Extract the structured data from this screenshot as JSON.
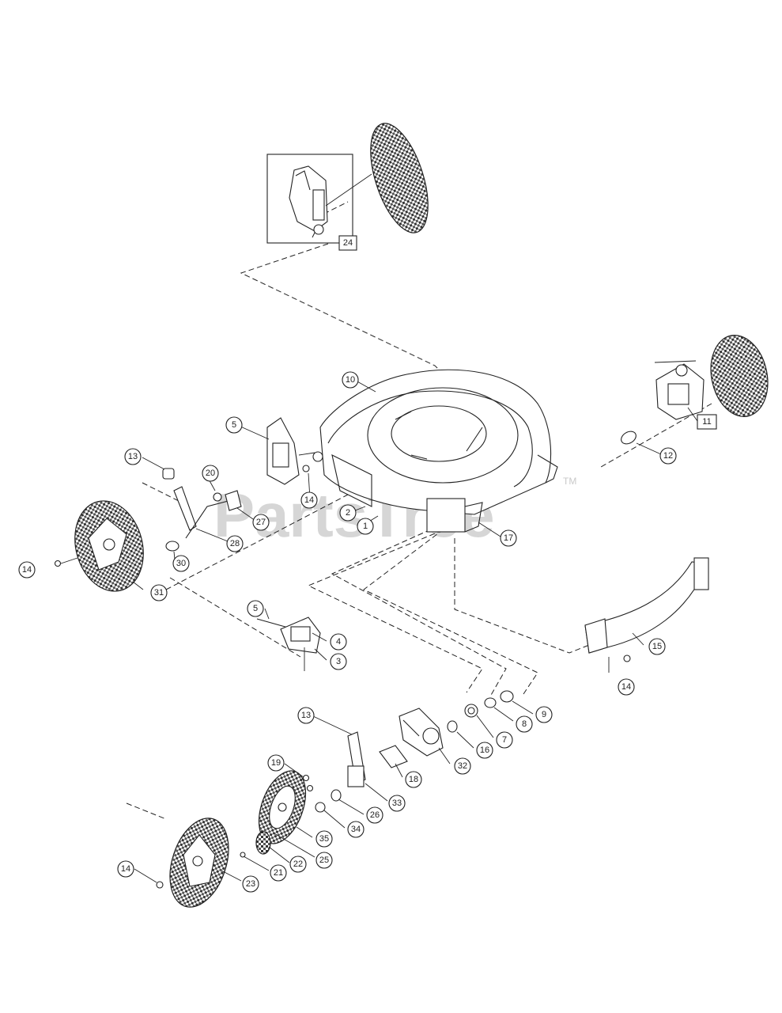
{
  "watermark": {
    "text": "PartsTree",
    "tm": "TM"
  },
  "callouts": {
    "c24": "24",
    "c10": "10",
    "c11": "11",
    "c12": "12",
    "c5a": "5",
    "c13a": "13",
    "c20": "20",
    "c14a": "14",
    "c27": "27",
    "c2": "2",
    "c1": "1",
    "c17": "17",
    "c28": "28",
    "c30": "30",
    "c14b": "14",
    "c31": "31",
    "c5b": "5",
    "c4": "4",
    "c3": "3",
    "c15": "15",
    "c14c": "14",
    "c9": "9",
    "c8": "8",
    "c7": "7",
    "c16": "16",
    "c13b": "13",
    "c19": "19",
    "c32": "32",
    "c18": "18",
    "c33": "33",
    "c26": "26",
    "c34": "34",
    "c35": "35",
    "c25": "25",
    "c22": "22",
    "c21": "21",
    "c14d": "14",
    "c23": "23"
  },
  "icons": {
    "wheel": "wheel-icon",
    "deck": "mower-deck-icon",
    "bracket": "height-adjuster-bracket-icon",
    "lever": "adjust-lever-icon",
    "gear": "drive-gear-icon",
    "flap": "rear-flap-icon"
  }
}
